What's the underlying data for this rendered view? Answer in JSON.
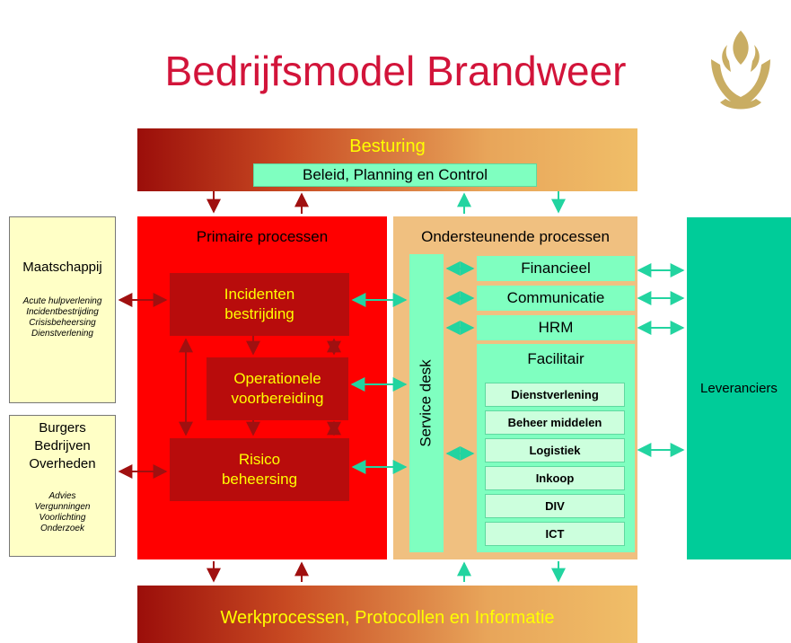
{
  "title": "Bedrijfsmodel Brandweer",
  "besturing": {
    "title": "Besturing",
    "subtitle": "Beleid, Planning en Control"
  },
  "bottom_band": "Werkprocessen, Protocollen en Informatie",
  "primary": {
    "title": "Primaire processen",
    "incidenten": [
      "Incidenten",
      "bestrijding"
    ],
    "operationele": [
      "Operationele",
      "voorbereiding"
    ],
    "risico": [
      "Risico",
      "beheersing"
    ]
  },
  "support": {
    "title": "Ondersteunende processen",
    "service_desk": "Service desk",
    "financieel": "Financieel",
    "communicatie": "Communicatie",
    "hrm": "HRM",
    "facilitair": "Facilitair",
    "facilitair_items": [
      "Dienstverlening",
      "Beheer middelen",
      "Logistiek",
      "Inkoop",
      "DIV",
      "ICT"
    ]
  },
  "maatschappij": {
    "name": "Maatschappij",
    "items": [
      "Acute hulpverlening",
      "Incidentbestrijding",
      "Crisisbeheersing",
      "Dienstverlening"
    ]
  },
  "burgers": {
    "names": [
      "Burgers",
      "Bedrijven",
      "Overheden"
    ],
    "items": [
      "Advies",
      "Vergunningen",
      "Voorlichting",
      "Onderzoek"
    ]
  },
  "leveranciers": "Leveranciers",
  "colors": {
    "title": "#d2143a",
    "primary": "#ff0000",
    "dark_red": "#b80c0c",
    "support": "#f0c080",
    "green": "#7fffc0",
    "leveranciers": "#00cc99",
    "arrow_red": "#a01010",
    "arrow_green": "#22d4a0",
    "highlight_text": "#ffff00"
  },
  "icons": {
    "logo": "brandweer-flame-logo-icon"
  }
}
